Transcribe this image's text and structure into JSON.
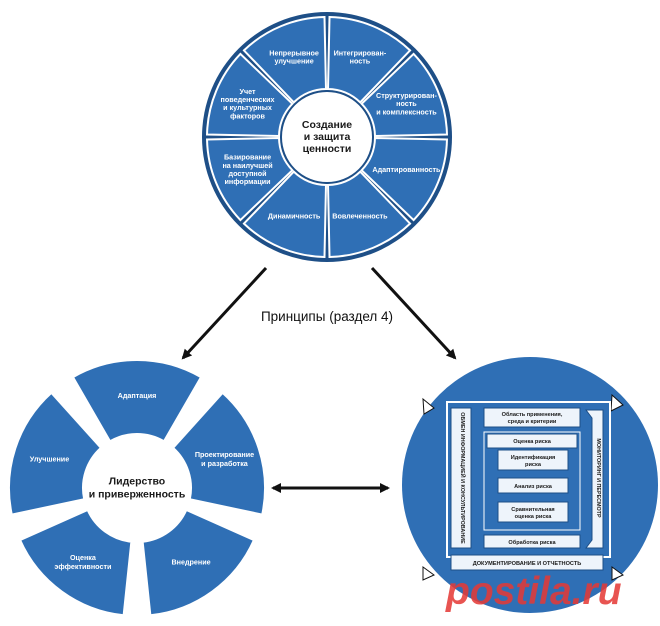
{
  "principles": {
    "center": [
      "Создание",
      "и защита",
      "ценности"
    ],
    "segments": [
      {
        "lines": [
          "Непрерывное",
          "улучшение"
        ]
      },
      {
        "lines": [
          "Интегрирован-",
          "ность"
        ]
      },
      {
        "lines": [
          "Структурирован-",
          "ность",
          "и комплексность"
        ]
      },
      {
        "lines": [
          "Адаптированность"
        ]
      },
      {
        "lines": [
          "Вовлеченность"
        ]
      },
      {
        "lines": [
          "Динамичность"
        ]
      },
      {
        "lines": [
          "Базирование",
          "на наилучшей",
          "доступной",
          "информации"
        ]
      },
      {
        "lines": [
          "Учет",
          "поведенческих",
          "и культурных",
          "факторов"
        ]
      }
    ]
  },
  "caption": "Принципы (раздел 4)",
  "framework": {
    "center": [
      "Лидерство",
      "и приверженность"
    ],
    "segments": [
      {
        "lines": [
          "Адаптация"
        ]
      },
      {
        "lines": [
          "Проектирование",
          "и разработка"
        ]
      },
      {
        "lines": [
          "Внедрение"
        ]
      },
      {
        "lines": [
          "Оценка",
          "эффективности"
        ]
      },
      {
        "lines": [
          "Улучшение"
        ]
      }
    ]
  },
  "process": {
    "left_vertical": "ОБМЕН ИНФОРМАЦИЕЙ И КОНСУЛЬТИРОВАНИЕ",
    "right_vertical": "МОНИТОРИНГ И ПЕРЕСМОТР",
    "scope": [
      "Область применения,",
      "среда и критерии"
    ],
    "assessment": "Оценка риска",
    "identification": [
      "Идентификация",
      "риска"
    ],
    "analysis": "Анализ риска",
    "evaluation": [
      "Сравнительная",
      "оценка риска"
    ],
    "treatment": "Обработка риска",
    "bottom": "ДОКУМЕНТИРОВАНИЕ И ОТЧЕТНОСТЬ"
  },
  "watermark": "postila.ru",
  "colors": {
    "blue": "#2f6fb5",
    "dark_blue": "#1e4f87",
    "light_box": "#eef4fb",
    "arrow": "#111111",
    "watermark": "#e53935"
  }
}
